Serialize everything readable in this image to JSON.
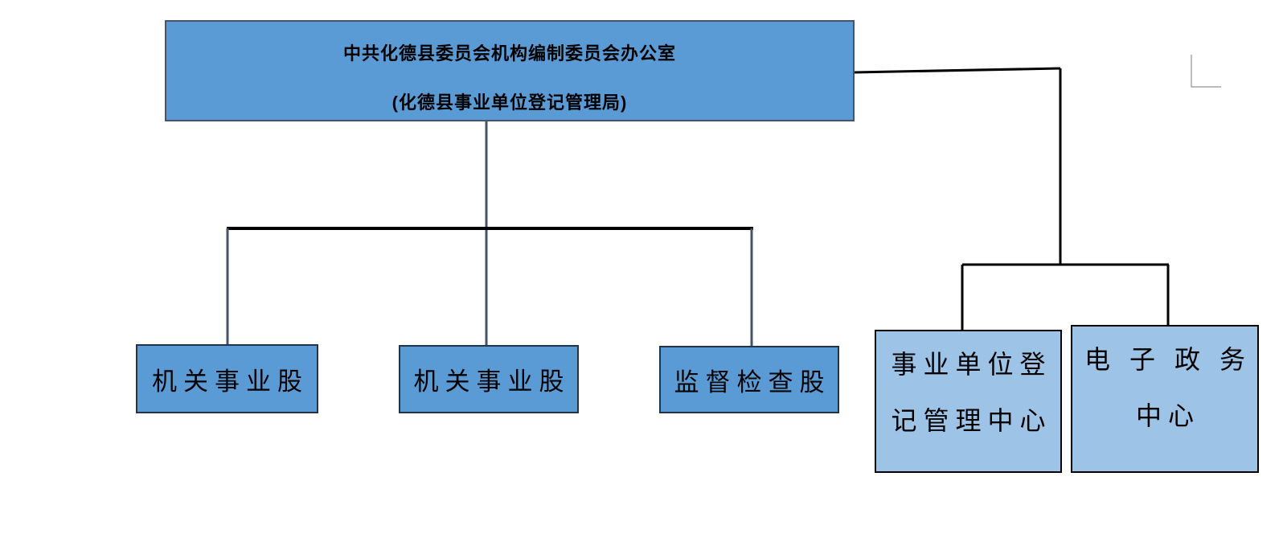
{
  "org_chart": {
    "root": {
      "line1": "中共化德县委员会机构编制委员会办公室",
      "line2": "(化德县事业单位登记管理局)"
    },
    "departments": [
      {
        "label": "机关事业股"
      },
      {
        "label": "机关事业股"
      },
      {
        "label": "监督检查股"
      }
    ],
    "subordinate_units": [
      {
        "label": "事业单位登记管理中心",
        "line1": "事业单位登",
        "line2": "记管理中心"
      },
      {
        "label": "电子政务中心",
        "line1": "电 子 政 务",
        "line2": "中心"
      }
    ],
    "colors": {
      "primary_node_fill": "#5b9bd5",
      "light_node_fill": "#9dc3e6",
      "connector_slate": "#44546a",
      "connector_black": "#000000",
      "node_border_dark": "#223449",
      "corner_mark_gray": "#a6a6a6",
      "text_color": "#000000",
      "background": "#ffffff"
    }
  }
}
